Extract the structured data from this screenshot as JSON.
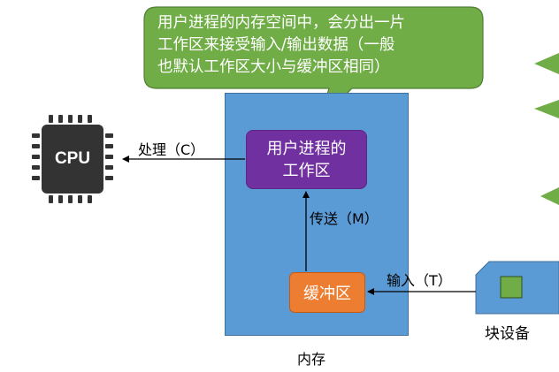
{
  "callout": {
    "lines": [
      "用户进程的内存空间中，会分出一片",
      "工作区来接受输入/输出数据（一般",
      "也默认工作区大小与缓冲区相同）"
    ]
  },
  "cpu": {
    "label": "CPU"
  },
  "memory": {
    "label": "内存"
  },
  "work_area": {
    "line1": "用户进程的",
    "line2": "工作区"
  },
  "buffer": {
    "label": "缓冲区"
  },
  "device": {
    "label": "块设备"
  },
  "edges": {
    "process": "处理（C）",
    "transfer": "传送（M）",
    "input": "输入（T）"
  },
  "colors": {
    "callout": "#70AD47",
    "memory": "#5B9BD5",
    "work_area": "#7030A0",
    "buffer": "#ED7D31",
    "device": "#5B9BD5",
    "device_inner": "#70AD47",
    "cpu": "#333333"
  }
}
